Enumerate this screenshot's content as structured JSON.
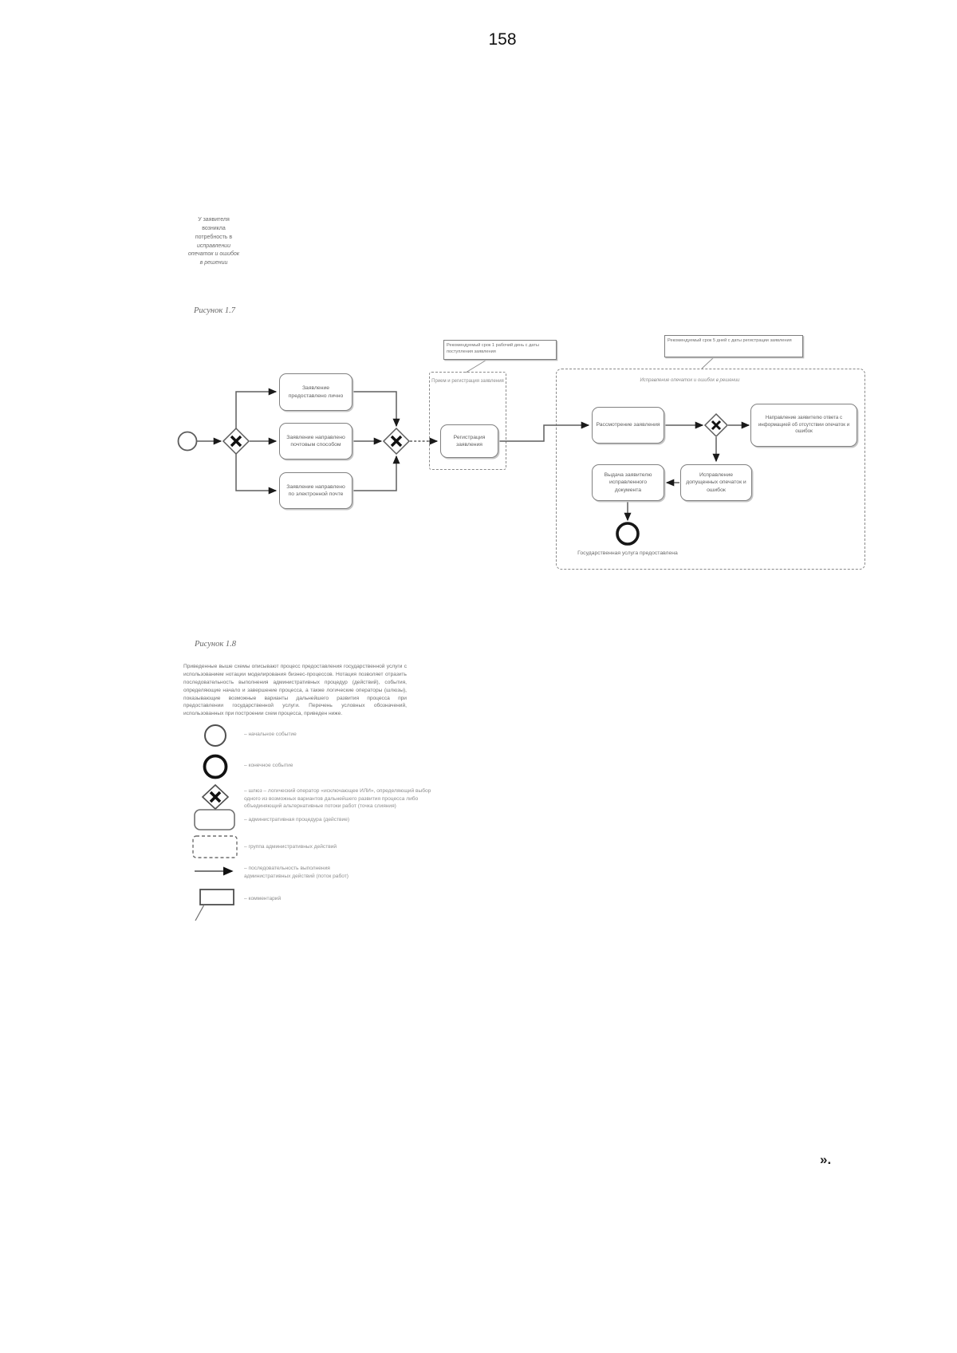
{
  "page": {
    "number": "158",
    "closing_mark": "»."
  },
  "figure17": {
    "caption": "Рисунок 1.7",
    "note_lines": [
      "У заявителя",
      "возникла",
      "потребность в",
      "исправлении",
      "опечаток и ошибок",
      "в решении"
    ],
    "tasks": {
      "personal": "Заявление предоставлено лично",
      "mail": "Заявление направлено почтовым способом",
      "email": "Заявление направлено по электронной почте",
      "registration": "Регистрация заявления",
      "review": "Рассмотрение заявления",
      "reply": "Направление заявителю ответа с информацией об отсутствии опечаток и ошибок",
      "fix": "Исправление допущенных опечаток и ошибок",
      "issue": "Выдача заявителю исправленного документа"
    },
    "groups": {
      "reception": "Прием и регистрация заявления",
      "correction": "Исправление опечаток и ошибок в решении"
    },
    "annotations": {
      "reception": "Рекомендуемый срок 1 рабочий день с даты поступления заявления",
      "correction": "Рекомендуемый срок 5 дней с даты регистрации заявления"
    },
    "end_label": "Государственная услуга предоставлена"
  },
  "figure18": {
    "caption": "Рисунок 1.8",
    "paragraph": "Приведенные выше схемы описывают процесс предоставления государственной услуги с использованием нотации моделирования бизнес-процессов. Нотация позволяет отразить последовательность выполнения административных процедур (действий), события, определяющие начало и завершение процесса, а также логические операторы (шлюзы), показывающие возможные варианты дальнейшего развития процесса при предоставлении государственной услуги. Перечень условных обозначений, использованных при построении схем процесса, приведен ниже.",
    "legend": [
      {
        "symbol": "start-event",
        "label": "– начальное событие"
      },
      {
        "symbol": "end-event",
        "label": "– конечное событие"
      },
      {
        "symbol": "exclusive-gateway",
        "label": "– шлюз – логический оператор «исключающее ИЛИ», определяющий выбор одного из возможных вариантов дальнейшего развития процесса либо объединяющий альтернативные потоки работ (точка слияния)"
      },
      {
        "symbol": "task",
        "label": "– административная процедура (действие)"
      },
      {
        "symbol": "group",
        "label": "– группа административных действий"
      },
      {
        "symbol": "sequence-flow",
        "label": "– последовательность выполнения административных действий (поток работ)"
      },
      {
        "symbol": "comment",
        "label": "– комментарий"
      }
    ]
  }
}
